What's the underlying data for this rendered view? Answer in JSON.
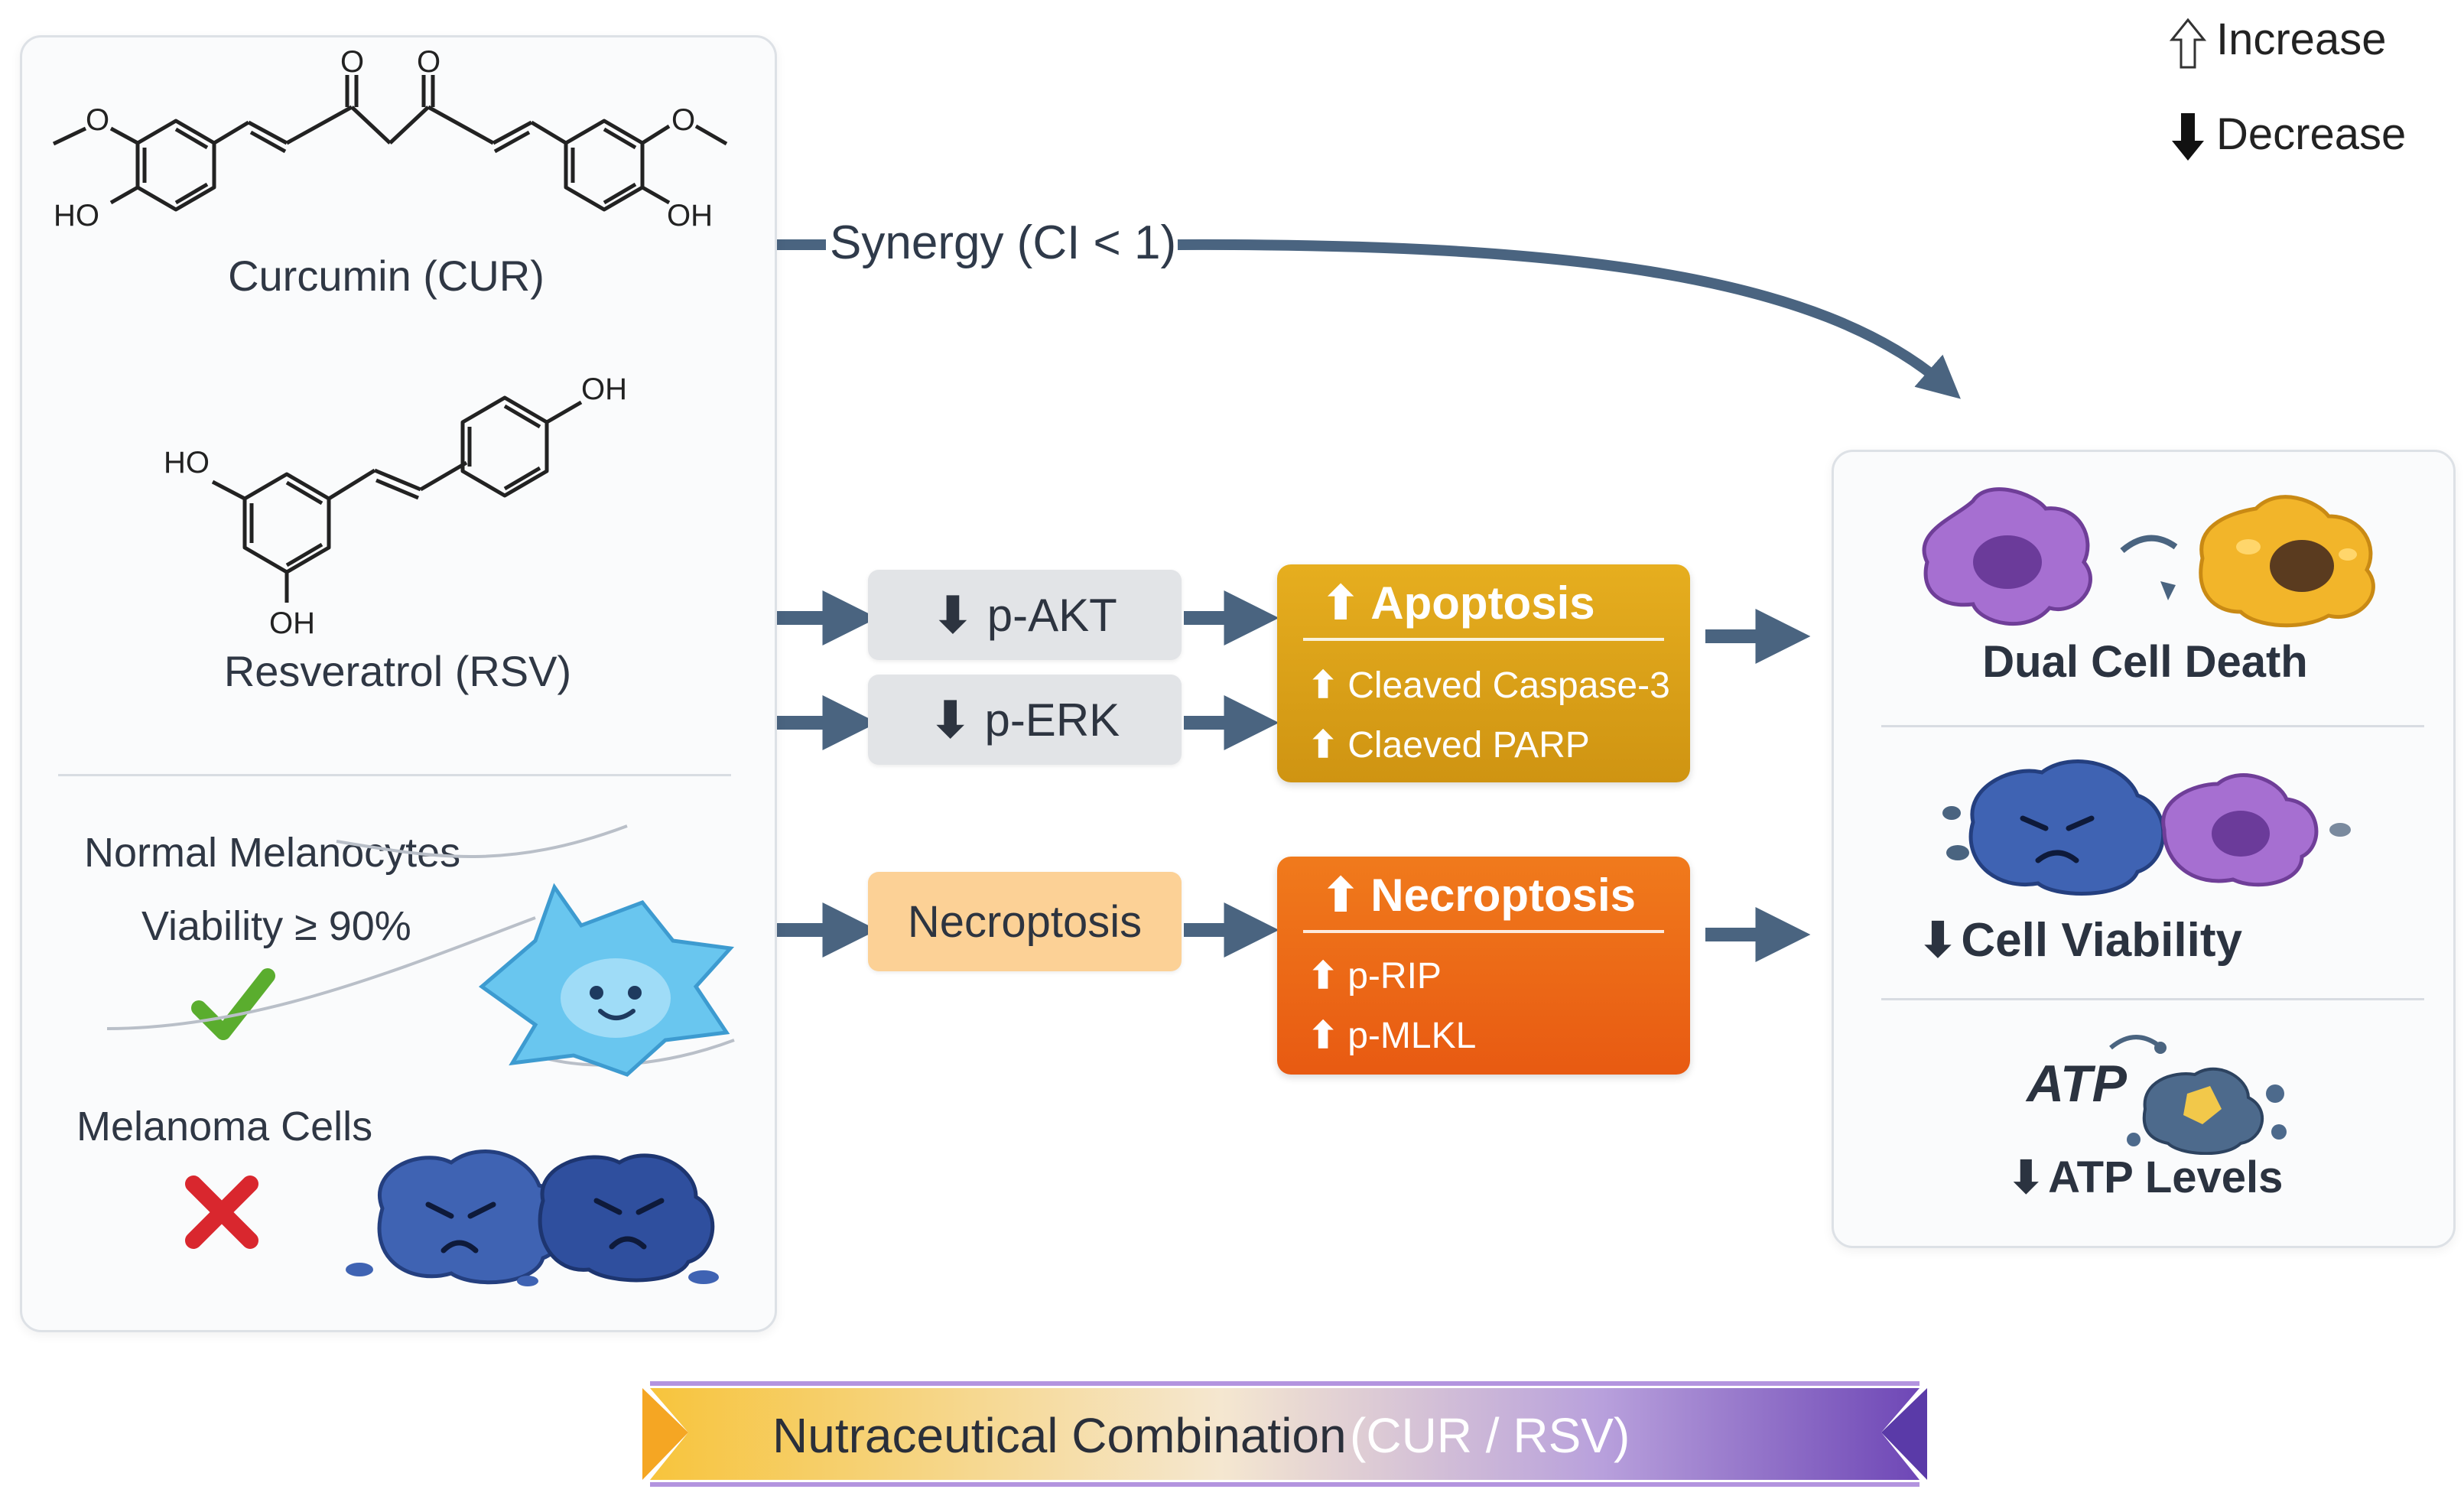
{
  "legend": {
    "increase": "Increase",
    "decrease": "Decrease"
  },
  "molecules": {
    "curcumin": {
      "label": "Curcumin (CUR)",
      "atoms": [
        "O",
        "O",
        "O",
        "HO",
        "O",
        "OH"
      ]
    },
    "resveratrol": {
      "label": "Resveratrol (RSV)",
      "atoms": [
        "HO",
        "OH",
        "OH"
      ]
    }
  },
  "controls": {
    "normal_title": "Normal Melanocytes",
    "normal_viability": "Viability ≥ 90%",
    "melanoma_title": "Melanoma Cells"
  },
  "synergy": {
    "label": "Synergy (CI < 1)"
  },
  "signals": {
    "akt": "p-AKT",
    "erk": "p-ERK",
    "necroptosis_input": "Necroptosis"
  },
  "apoptosis": {
    "title": "Apoptosis",
    "items": [
      "Cleaved Caspase-3",
      "Claeved PARP"
    ]
  },
  "necroptosis": {
    "title": "Necroptosis",
    "items": [
      "p-RIP",
      "p-MLKL"
    ]
  },
  "results": {
    "dual": "Dual Cell Death",
    "viability": "Cell Viability",
    "atp_glyph": "ATP",
    "atp": "ATP Levels"
  },
  "banner": {
    "main": "Nutraceutical Combination",
    "sub": "(CUR / RSV)"
  },
  "colors": {
    "arrow": "#4a6480",
    "apoptosis": "#d9a21a",
    "necroptosis": "#ef6418",
    "cell_blue": "#3f63b3",
    "cell_purple": "#a66fd1",
    "cell_light": "#69c6ef"
  }
}
